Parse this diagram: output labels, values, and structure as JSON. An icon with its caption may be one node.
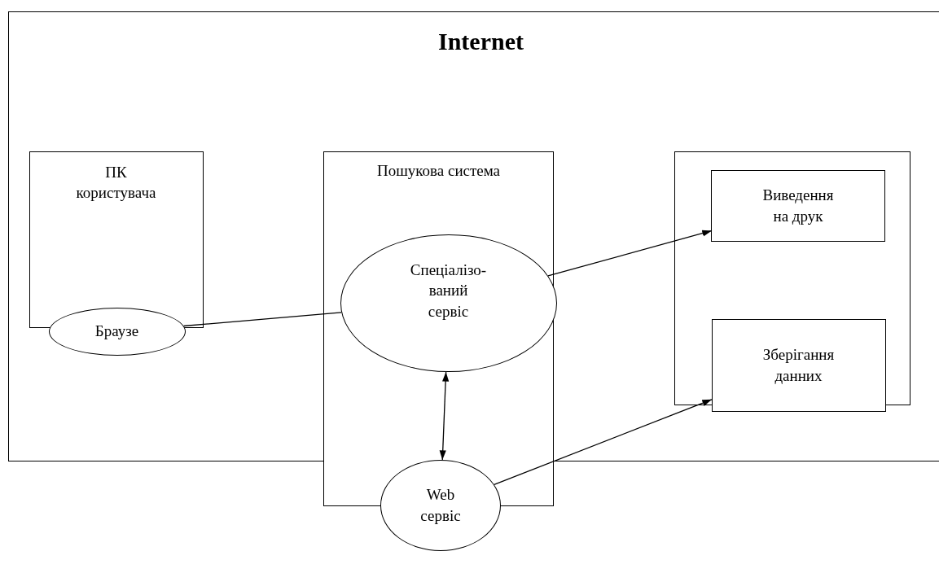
{
  "diagram": {
    "nodes": [
      {
        "text": [
          "Internet"
        ]
      },
      {
        "text": [
          "ПК користувача"
        ],
        "in": 0
      },
      {
        "text": [
          "Браузе"
        ],
        "in": 0
      },
      {
        "text": [
          "Пошукова система"
        ]
      },
      {
        "text": [
          "Спеціалізо-ваний сервіс"
        ],
        "in": 3
      },
      {
        "text": [
          "Web сервіс"
        ]
      },
      {
        "text": [],
        "shape": "box",
        "in": 0
      },
      {
        "text": [
          "Виведення на друк"
        ],
        "in": 6
      },
      {
        "text": [
          "Зберігання данних"
        ],
        "in": 0
      }
    ],
    "edges": [
      {
        "from": 2,
        "to": 4,
        "arrow": "none"
      },
      {
        "from": 4,
        "to": 7,
        "arrow": "to"
      },
      {
        "from": 4,
        "to": 5,
        "arrow": "both"
      },
      {
        "from": 5,
        "to": 8,
        "arrow": "to"
      }
    ]
  }
}
